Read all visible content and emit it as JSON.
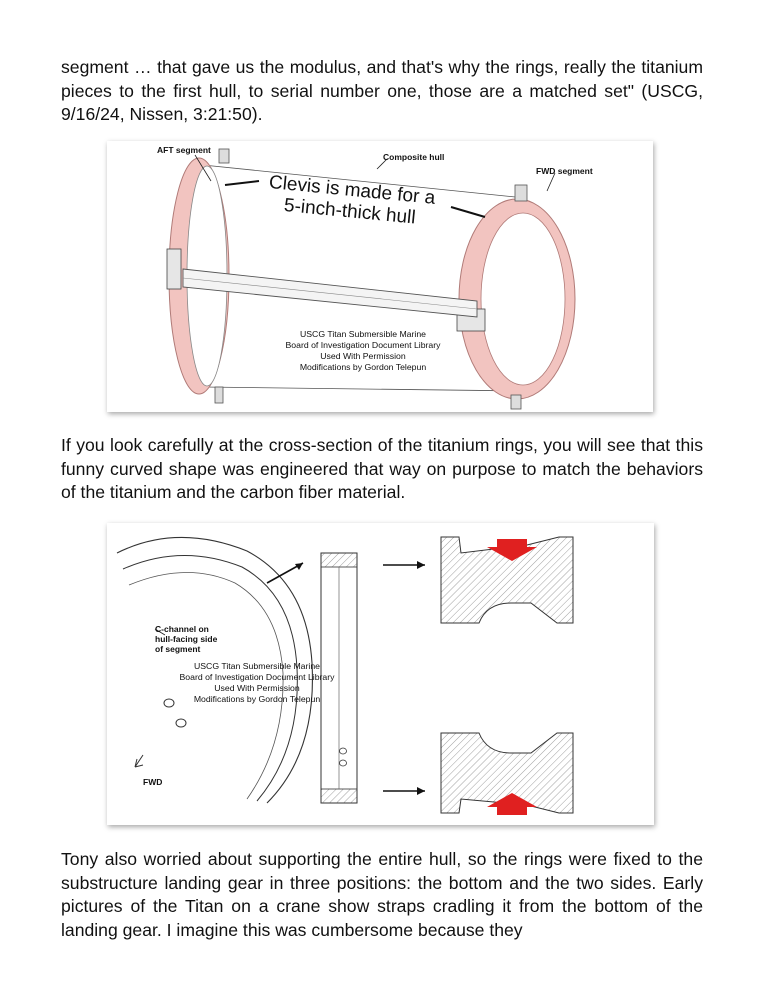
{
  "paragraphs": {
    "p1": "segment … that gave us the modulus, and that's why the rings, really the titanium pieces to the first hull, to serial number one, those are a matched set\" (USCG, 9/16/24, Nissen, 3:21:50).",
    "p2": "If you look carefully at the cross-section of the titanium rings, you will see that this funny curved shape was engineered that way on purpose to match the behaviors of the titanium and the carbon fiber material.",
    "p3": "Tony also worried about supporting the entire hull, so the rings were fixed to the substructure landing gear in three positions: the bottom and the two sides. Early pictures of the Titan on a crane show straps cradling it from the bottom of the landing gear. I imagine this was cumbersome because they"
  },
  "figure1": {
    "aft_label": "AFT segment",
    "hull_label": "Composite hull",
    "fwd_label": "FWD segment",
    "callout_line1": "Clevis is made for a",
    "callout_line2": "5-inch-thick hull",
    "credit": [
      "USCG Titan Submersible Marine",
      "Board of Investigation Document Library",
      "Used With Permission",
      "Modifications by Gordon Telepun"
    ]
  },
  "figure2": {
    "channel_line1": "C-channel on",
    "channel_line2": "hull-facing side",
    "channel_line3": "of segment",
    "fwd_label": "FWD",
    "credit": [
      "USCG Titan Submersible Marine",
      "Board of Investigation Document Library",
      "Used With Permission",
      "Modifications by Gordon Telepun"
    ]
  },
  "colors": {
    "ring_fill": "#f2c4c0",
    "ring_stroke": "#c98a86",
    "arrow_red": "#e02020"
  }
}
